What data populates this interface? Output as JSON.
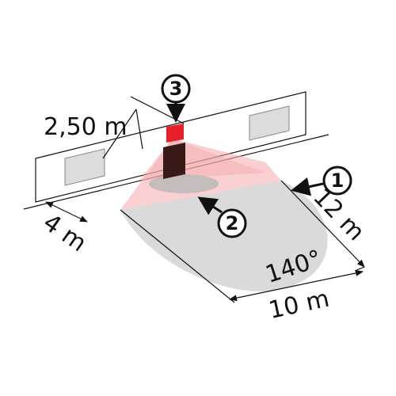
{
  "labels": {
    "height": "2,50 m",
    "offset": "4 m",
    "range": "12 m",
    "width": "10 m",
    "angle": "140°"
  },
  "callouts": [
    "1",
    "2",
    "3"
  ],
  "colors": {
    "sensor_red": "#e8202a",
    "body_dark": "#3a1a16",
    "zone_grey": "#d6d6d6",
    "beam_pink": "#f4a8aa",
    "window_grey": "#dcdcdc",
    "wall_fill": "#ffffff",
    "stroke": "#111111"
  }
}
